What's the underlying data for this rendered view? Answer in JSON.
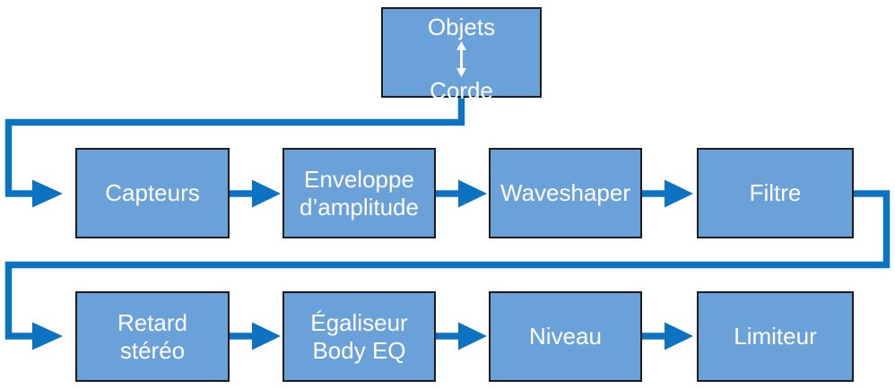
{
  "diagram": {
    "type": "signal-flow",
    "colors": {
      "box_fill": "#6BA1D9",
      "box_border": "#1C1C1E",
      "connector": "#0C72C2",
      "label_text": "#FFFFFF"
    },
    "source": {
      "top": "Objets",
      "bottom": "Corde"
    },
    "row1": [
      {
        "label": "Capteurs"
      },
      {
        "label": "Enveloppe\nd’amplitude"
      },
      {
        "label": "Waveshaper"
      },
      {
        "label": "Filtre"
      }
    ],
    "row2": [
      {
        "label": "Retard\nstéréo"
      },
      {
        "label": "Égaliseur\nBody EQ"
      },
      {
        "label": "Niveau"
      },
      {
        "label": "Limiteur"
      }
    ]
  }
}
